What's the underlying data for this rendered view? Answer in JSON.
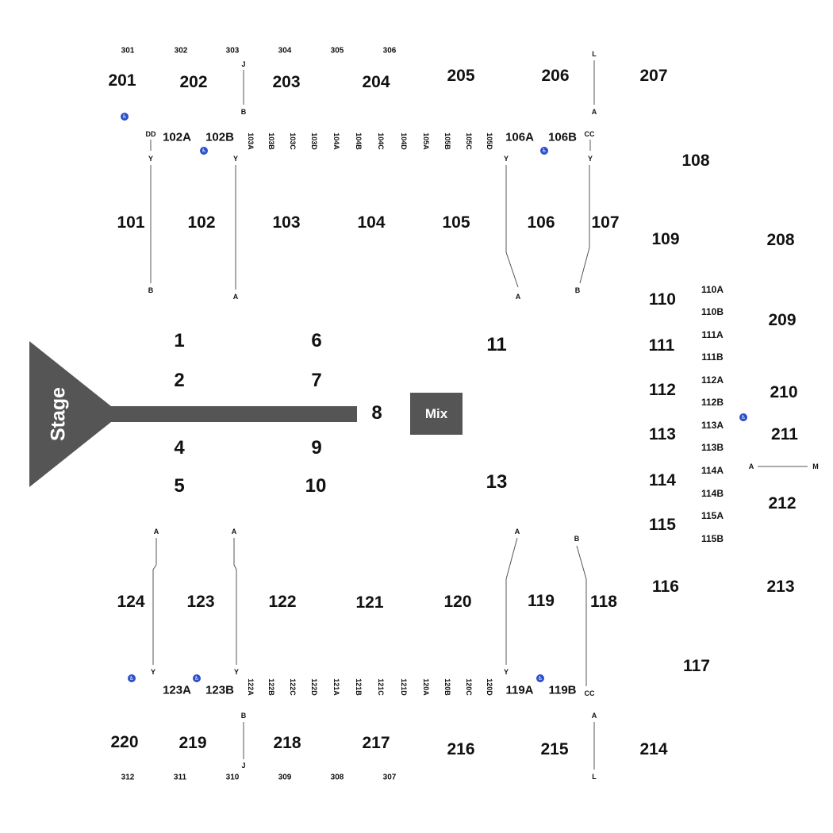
{
  "stage": {
    "label": "Stage",
    "color": "#555555"
  },
  "mix": {
    "label": "Mix",
    "color": "#555555"
  },
  "accent": {
    "accessible_icon_color": "#2a4fc9",
    "line_color": "#555555"
  },
  "sections_300": {
    "top": [
      "301",
      "302",
      "303",
      "304",
      "305",
      "306"
    ],
    "bottom": [
      "312",
      "311",
      "310",
      "309",
      "308",
      "307"
    ]
  },
  "sections_200": {
    "top": [
      "201",
      "202",
      "203",
      "204",
      "205",
      "206",
      "207"
    ],
    "right": [
      "208",
      "209",
      "210",
      "211",
      "212",
      "213"
    ],
    "bottom": [
      "220",
      "219",
      "218",
      "217",
      "216",
      "215",
      "214"
    ]
  },
  "sections_100": {
    "top": [
      "101",
      "102",
      "103",
      "104",
      "105",
      "106",
      "107"
    ],
    "right": [
      "108",
      "109",
      "110",
      "111",
      "112",
      "113",
      "114",
      "115",
      "116",
      "117"
    ],
    "bottom": [
      "124",
      "123",
      "122",
      "121",
      "120",
      "119",
      "118"
    ]
  },
  "subsections": {
    "top_row": [
      "102A",
      "102B",
      "106A",
      "106B"
    ],
    "top_vertical": [
      "103A",
      "103B",
      "103C",
      "103D",
      "104A",
      "104B",
      "104C",
      "104D",
      "105A",
      "105B",
      "105C",
      "105D"
    ],
    "bottom_row": [
      "123A",
      "123B",
      "119A",
      "119B"
    ],
    "bottom_vertical": [
      "122A",
      "122B",
      "122C",
      "122D",
      "121A",
      "121B",
      "121C",
      "121D",
      "120A",
      "120B",
      "120C",
      "120D"
    ],
    "right_column": [
      "110A",
      "110B",
      "111A",
      "111B",
      "112A",
      "112B",
      "113A",
      "113B",
      "114A",
      "114B",
      "115A",
      "115B"
    ]
  },
  "floor_sections": [
    "1",
    "2",
    "4",
    "5",
    "6",
    "7",
    "8",
    "9",
    "10",
    "11",
    "13"
  ],
  "row_markers": {
    "top_303": [
      "J",
      "B"
    ],
    "top_206": [
      "L",
      "A"
    ],
    "top_dd": "DD",
    "top_cc": "CC",
    "top_101": [
      "Y",
      "B"
    ],
    "top_102": [
      "Y",
      "A"
    ],
    "top_106": [
      "Y",
      "A"
    ],
    "top_107": [
      "Y",
      "B"
    ],
    "bottom_124": [
      "A",
      "Y"
    ],
    "bottom_123": [
      "A",
      "Y"
    ],
    "bottom_119": [
      "A",
      "Y"
    ],
    "bottom_118": [
      "B",
      "CC"
    ],
    "bottom_310": [
      "B",
      "J"
    ],
    "bottom_215": [
      "A",
      "L"
    ],
    "right_211": [
      "A",
      "M"
    ]
  },
  "icons": {
    "accessible": "wheelchair-icon"
  }
}
